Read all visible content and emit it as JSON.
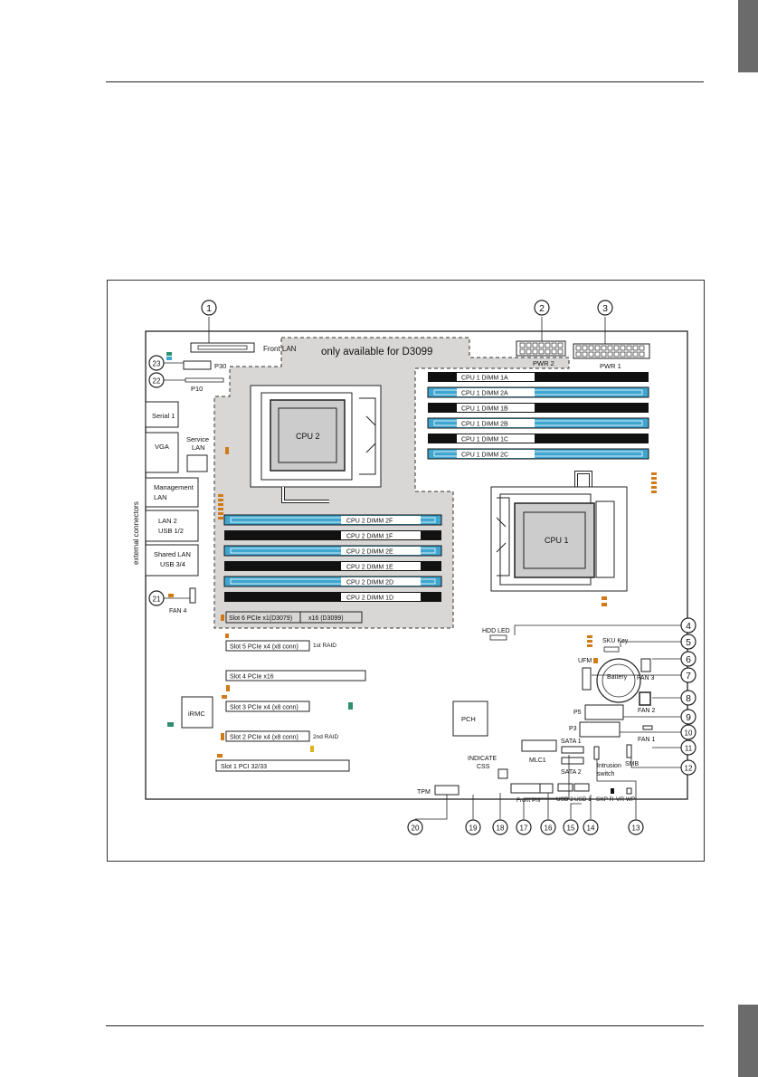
{
  "board": {
    "only_available": "only available for D3099",
    "front_lan": "Front LAN",
    "p30": "P30",
    "p10": "P10",
    "serial": "Serial 1",
    "vga": "VGA",
    "service_lan_1": "Service",
    "service_lan_2": "LAN",
    "mgmt_lan_1": "Management",
    "mgmt_lan_2": "LAN",
    "lan2": "LAN 2",
    "usb12": "USB 1/2",
    "shared_lan": "Shared LAN",
    "usb34": "USB 3/4",
    "external_connectors": "external connectors",
    "fan4": "FAN 4",
    "cpu2": "CPU 2",
    "cpu1": "CPU 1",
    "pwr2": "PWR 2",
    "pwr1": "PWR 1",
    "cpu1_dimms": [
      "CPU 1 DIMM 1A",
      "CPU 1 DIMM 2A",
      "CPU 1 DIMM 1B",
      "CPU 1 DIMM 2B",
      "CPU 1 DIMM 1C",
      "CPU 1 DIMM 2C"
    ],
    "cpu2_dimms": [
      "CPU 2 DIMM 2F",
      "CPU 2 DIMM 1F",
      "CPU 2 DIMM 2E",
      "CPU 2 DIMM 1E",
      "CPU 2 DIMM 2D",
      "CPU 2 DIMM 1D"
    ],
    "slot6": "Slot 6 PCIe x1(D3079)",
    "slot6b": "x16 (D3099)",
    "slot5": "Slot 5 PCIe x4 (x8 conn)",
    "raid1": "1st RAID",
    "slot4": "Slot 4 PCIe x16",
    "slot3": "Slot 3 PCIe x4 (x8 conn)",
    "slot2": "Slot 2 PCIe x4 (x8 conn)",
    "raid2": "2nd RAID",
    "slot1": "Slot 1 PCI 32/33",
    "irmc": "iRMC",
    "pch": "PCH",
    "hdd_led": "HDD LED",
    "sku_key": "SKU Key",
    "ufm": "UFM",
    "battery": "Battery",
    "fan3": "FAN 3",
    "fan2": "FAN 2",
    "fan1": "FAN 1",
    "p5": "P5",
    "p3": "P3",
    "sata1": "SATA 1",
    "sata2": "SATA 2",
    "mlc1": "MLC1",
    "indicate_1": "INDICATE",
    "indicate_2": "CSS",
    "intrusion_1": "Intrusion",
    "intrusion_2": "switch",
    "smb": "SMB",
    "tpm": "TPM",
    "front_pnl": "Front Pnl",
    "usb2": "USB 2",
    "usb1": "USB 1",
    "skp_r": "SKP R",
    "vr_wp": "VR WP",
    "callouts": [
      "1",
      "2",
      "3",
      "4",
      "5",
      "6",
      "7",
      "8",
      "9",
      "10",
      "11",
      "12",
      "13",
      "14",
      "15",
      "16",
      "17",
      "18",
      "19",
      "20",
      "21",
      "22",
      "23"
    ]
  },
  "colors": {
    "dimm_blue": "#3fa6d0",
    "dimm_black": "#111111",
    "shade": "#d9d7d6",
    "orange": "#d07a18",
    "green": "#2f8f6f",
    "yellow": "#e0b020"
  }
}
